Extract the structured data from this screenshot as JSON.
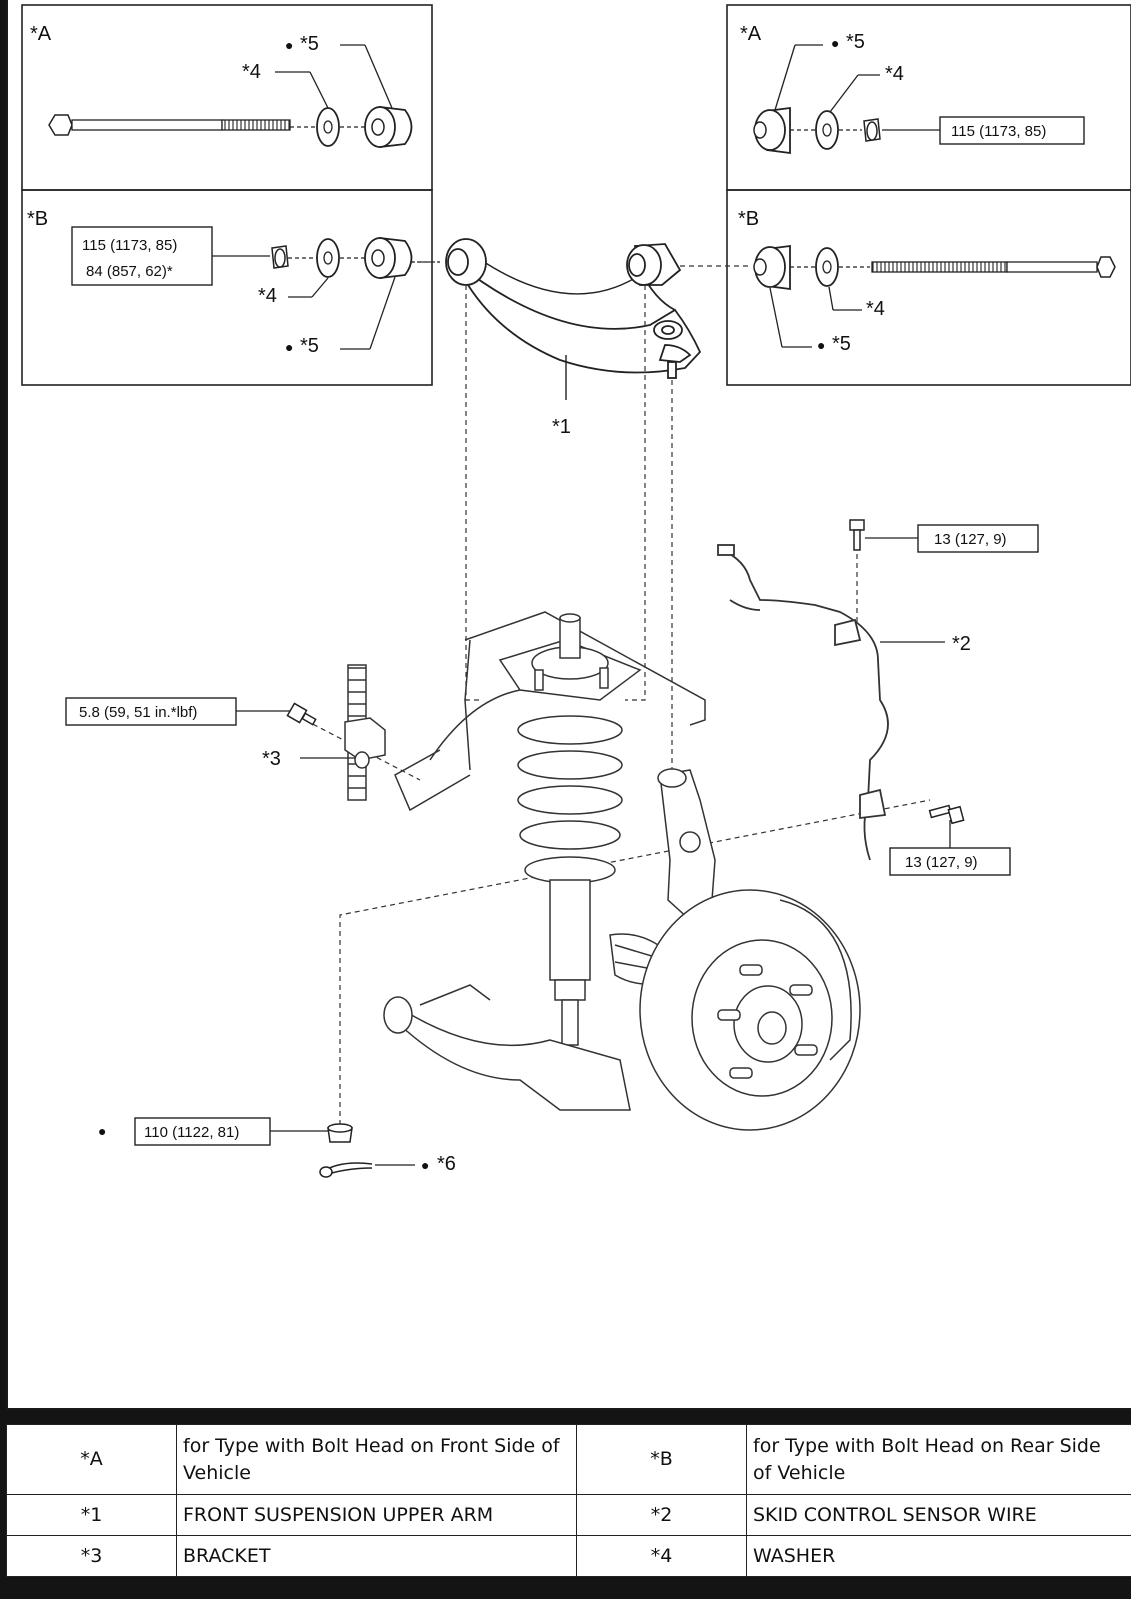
{
  "callouts": {
    "A": "*A",
    "B": "*B",
    "n1": "*1",
    "n2": "*2",
    "n3": "*3",
    "n4": "*4",
    "n5": "*5",
    "n6": "*6",
    "bullet": "●"
  },
  "torques": {
    "upper_nut": "115 (1173, 85)",
    "upper_nut_alt_line1": "115 (1173, 85)",
    "upper_nut_alt_line2": "84 (857, 62)*",
    "sensor_bolt_top": "13 (127, 9)",
    "sensor_bolt_lower": "13 (127, 9)",
    "bracket_bolt": "5.8 (59, 51 in.*lbf)",
    "ball_joint_nut": "110 (1122, 81)"
  },
  "legend": {
    "rows": [
      [
        {
          "key": "*A",
          "desc": "for Type with Bolt Head on Front Side of Vehicle"
        },
        {
          "key": "*B",
          "desc": "for Type with Bolt Head on Rear Side of Vehicle"
        }
      ],
      [
        {
          "key": "*1",
          "desc": "FRONT SUSPENSION UPPER ARM"
        },
        {
          "key": "*2",
          "desc": "SKID CONTROL SENSOR WIRE"
        }
      ],
      [
        {
          "key": "*3",
          "desc": "BRACKET"
        },
        {
          "key": "*4",
          "desc": "WASHER"
        }
      ]
    ]
  },
  "colors": {
    "line": "#222222",
    "background": "#ffffff",
    "page": "#141414"
  }
}
